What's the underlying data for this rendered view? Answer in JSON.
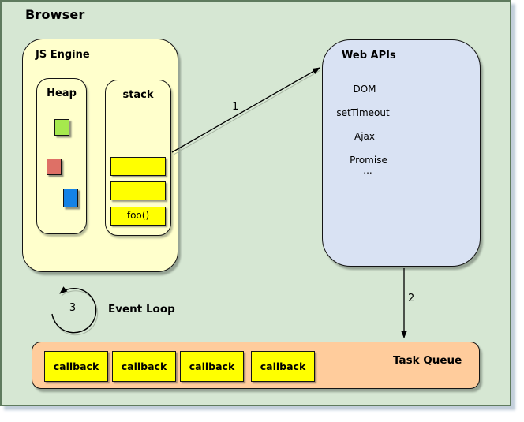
{
  "window": {
    "title": "Browser"
  },
  "js_engine": {
    "label": "JS Engine",
    "heap": {
      "label": "Heap",
      "objects": [
        {
          "name": "green-object",
          "color": "#a6e94d"
        },
        {
          "name": "red-object",
          "color": "#de7066"
        },
        {
          "name": "blue-object",
          "color": "#1482e6"
        }
      ]
    },
    "stack": {
      "label": "stack",
      "frames": [
        "",
        "",
        "foo()"
      ]
    }
  },
  "web_apis": {
    "label": "Web APIs",
    "items": [
      "DOM",
      "setTimeout",
      "Ajax",
      "Promise",
      "..."
    ]
  },
  "event_loop": {
    "label": "Event Loop",
    "number": "3"
  },
  "task_queue": {
    "label": "Task Queue",
    "callbacks": [
      "callback",
      "callback",
      "callback",
      "callback"
    ]
  },
  "arrows": [
    {
      "from": "stack",
      "to": "web-apis",
      "number": "1"
    },
    {
      "from": "web-apis",
      "to": "task-queue",
      "number": "2"
    }
  ],
  "colors": {
    "canvas_bg": "#d6e7d3",
    "canvas_border": "#5f7b5e",
    "engine_bg": "#ffffcc",
    "webapis_bg": "#d9e2f3",
    "queue_bg": "#ffcc9c",
    "frame_yellow": "#ffff00"
  }
}
